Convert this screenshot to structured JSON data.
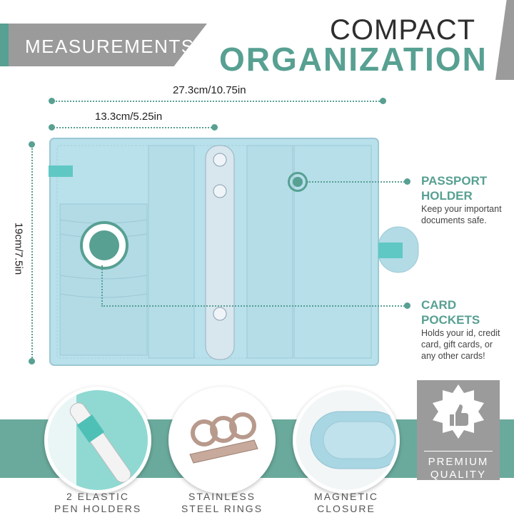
{
  "header": {
    "banner_label": "MEASUREMENTS",
    "title_line1": "COMPACT",
    "title_line2": "ORGANIZATION"
  },
  "dimensions": {
    "full_width": "27.3cm/10.75in",
    "half_width": "13.3cm/5.25in",
    "height": "19cm/7.5in"
  },
  "callouts": [
    {
      "title_line1": "PASSPORT",
      "title_line2": "HOLDER",
      "desc_lines": [
        "Keep your important",
        "documents safe."
      ]
    },
    {
      "title_line1": "CARD",
      "title_line2": "POCKETS",
      "desc_lines": [
        "Holds your id, credit",
        "card, gift cards, or",
        "any other cards!"
      ]
    }
  ],
  "features": [
    {
      "line1": "2 ELASTIC",
      "line2": "PEN HOLDERS",
      "icon": "pen-holder-photo"
    },
    {
      "line1": "STAINLESS",
      "line2": "STEEL RINGS",
      "icon": "steel-rings-photo"
    },
    {
      "line1": "MAGNETIC",
      "line2": "CLOSURE",
      "icon": "magnetic-closure-photo"
    }
  ],
  "badge": {
    "line1": "PREMIUM",
    "line2": "QUALITY",
    "icon": "thumbs-up-icon"
  },
  "colors": {
    "accent": "#57a092",
    "band": "#6aaa9c",
    "gray": "#9b9b9b",
    "binder": "#b9e0ea"
  }
}
